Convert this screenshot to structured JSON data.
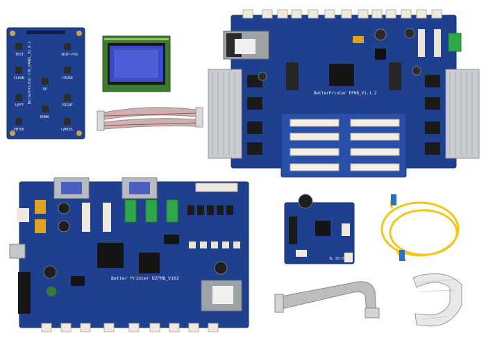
{
  "photo": {
    "background": "#ffffff",
    "pcb_color": "#1f3f8f",
    "items": [
      {
        "id": "ctr-panel",
        "kind": "control panel board"
      },
      {
        "id": "lcd",
        "kind": "lcd display module"
      },
      {
        "id": "ribbon-small",
        "kind": "flat ribbon cable"
      },
      {
        "id": "efhb-mainboard",
        "kind": "head board with heatsinks"
      },
      {
        "id": "u2fmb-board",
        "kind": "main control board"
      },
      {
        "id": "small-driver",
        "kind": "small driver board"
      },
      {
        "id": "fiber",
        "kind": "fiber optic cable",
        "color": "#f5c518"
      },
      {
        "id": "ribbon-grey",
        "kind": "grey ribbon cable"
      },
      {
        "id": "ffc",
        "kind": "flexible flat cable"
      }
    ]
  },
  "labels": {
    "ctr_panel_title": "BetterPrinter CTR_PANEL_V1.0.1",
    "btn_test": "TEST",
    "btn_skip": "SKIP-POS",
    "btn_clean": "CLEAN",
    "btn_pause": "PAUSE",
    "btn_up": "UP",
    "btn_left": "LEFT",
    "btn_right": "RIGHT",
    "btn_down": "DOWN",
    "btn_enter": "ENTER",
    "btn_cancel": "CANCEL",
    "efhb_title": "BetterPrinter EFHB_V1.1.2",
    "u2fmb_title": "Better Printer U2FMB_V102",
    "small_board_text": "SL 20.09"
  }
}
